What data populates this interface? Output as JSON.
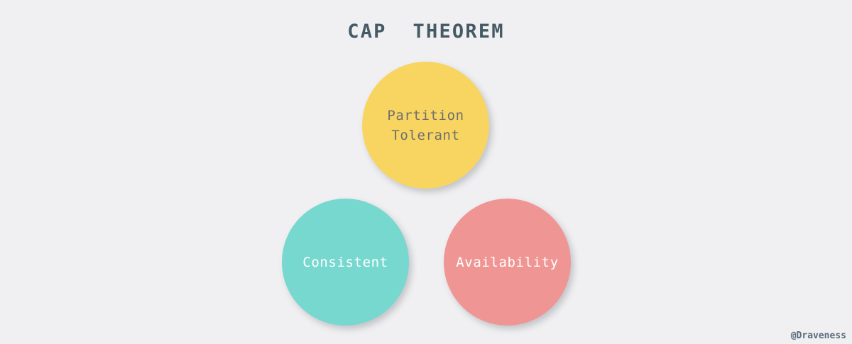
{
  "diagram": {
    "title": "CAP  THEOREM",
    "background_color": "#F0F0F2",
    "title_color": "#455A64",
    "watermark": "@Draveness",
    "watermark_color": "#5A6B78"
  },
  "nodes": [
    {
      "id": "partition-tolerant",
      "label": "Partition\nTolerant",
      "color": "#F8D560",
      "text_color": "#6E6E6E",
      "position": "top-center"
    },
    {
      "id": "consistent",
      "label": "Consistent",
      "color": "#76D8CF",
      "text_color": "#FFFFFF",
      "position": "bottom-left"
    },
    {
      "id": "availability",
      "label": "Availability",
      "color": "#EF9694",
      "text_color": "#FFFFFF",
      "position": "bottom-right"
    }
  ]
}
